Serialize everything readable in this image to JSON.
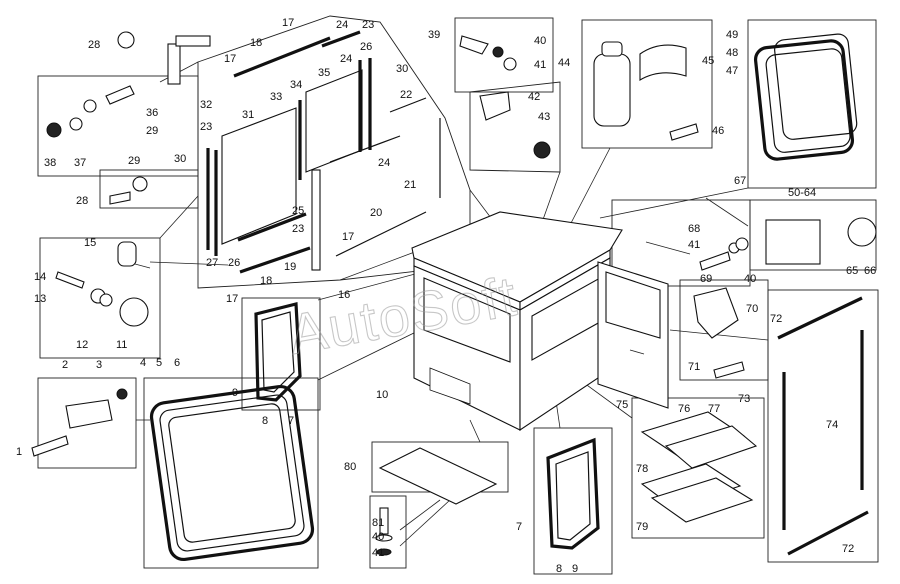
{
  "watermark": "AutoSoft",
  "callouts": [
    "1",
    "2",
    "3",
    "4",
    "5",
    "6",
    "7",
    "8",
    "9",
    "10",
    "11",
    "12",
    "13",
    "14",
    "15",
    "16",
    "17",
    "18",
    "19",
    "20",
    "21",
    "22",
    "23",
    "24",
    "25",
    "26",
    "27",
    "28",
    "29",
    "30",
    "31",
    "32",
    "33",
    "34",
    "35",
    "36",
    "37",
    "38",
    "39",
    "40",
    "41",
    "42",
    "43",
    "44",
    "45",
    "46",
    "47",
    "48",
    "49",
    "50-64",
    "65",
    "66",
    "67",
    "68",
    "69",
    "70",
    "71",
    "72",
    "73",
    "74",
    "75",
    "76",
    "77",
    "78",
    "79",
    "80",
    "81"
  ]
}
